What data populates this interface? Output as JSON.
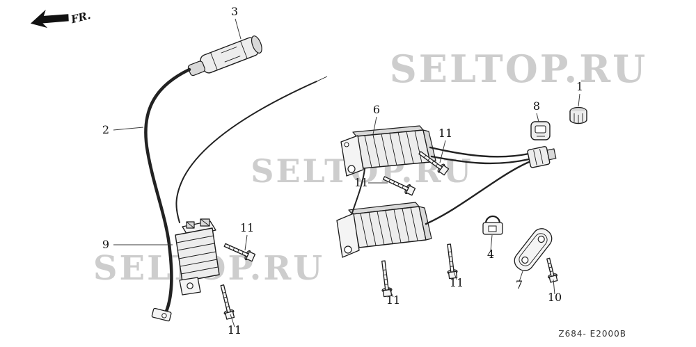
{
  "diagram": {
    "fr_label": "FR.",
    "part_code": "Z684- E2000B",
    "watermark_text": "SELTOP.RU"
  },
  "colors": {
    "watermark": "#a6a6a6",
    "line": "#1c1c1c",
    "background": "#ffffff"
  },
  "callouts": [
    {
      "label": "3"
    },
    {
      "label": "2"
    },
    {
      "label": "9"
    },
    {
      "label": "6"
    },
    {
      "label": "11"
    },
    {
      "label": "11"
    },
    {
      "label": "1"
    },
    {
      "label": "8"
    },
    {
      "label": "11"
    },
    {
      "label": "4"
    },
    {
      "label": "7"
    },
    {
      "label": "10"
    },
    {
      "label": "11"
    },
    {
      "label": "11"
    },
    {
      "label": "11"
    }
  ]
}
